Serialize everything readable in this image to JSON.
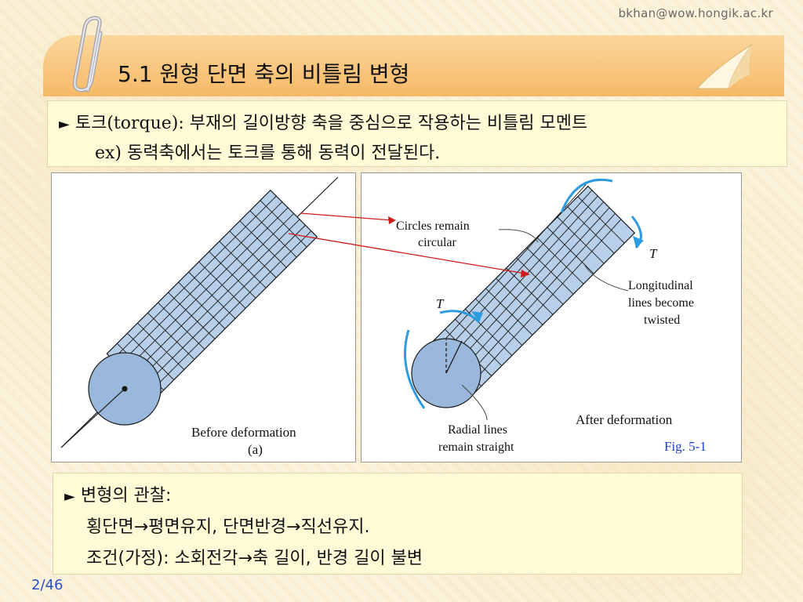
{
  "header": {
    "email": "bkhan@wow.hongik.ac.kr",
    "title": "5.1 원형 단면 축의 비틀림 변형"
  },
  "definition": {
    "bullet": "►",
    "term": "토크(torque):",
    "text": "부재의 길이방향 축을 중심으로 작용하는 비틀림 모멘트",
    "example": "ex) 동력축에서는 토크를 통해 동력이 전달된다."
  },
  "figure": {
    "left": {
      "caption": "Before deformation",
      "sublabel": "(a)"
    },
    "right": {
      "label_circles_1": "Circles remain",
      "label_circles_2": "circular",
      "label_long_1": "Longitudinal",
      "label_long_2": "lines become",
      "label_long_3": "twisted",
      "label_radial_1": "Radial lines",
      "label_radial_2": "remain straight",
      "torque_top": "T",
      "torque_left": "T",
      "caption": "After deformation",
      "fig_number": "Fig. 5-1"
    },
    "colors": {
      "grid": "#1a1a1a",
      "shaft": "#b7cfe8",
      "endface": "#9ab8db",
      "arrow_red": "#d11a1a",
      "torque_blue": "#2d9be0",
      "fig_number": "#1a3fd1"
    }
  },
  "observation": {
    "bullet": "►",
    "heading": "변형의 관찰:",
    "line1": "횡단면→평면유지, 단면반경→직선유지.",
    "line2": "조건(가정): 소회전각→축 길이, 반경 길이 불변"
  },
  "page": {
    "number": "2/46"
  }
}
